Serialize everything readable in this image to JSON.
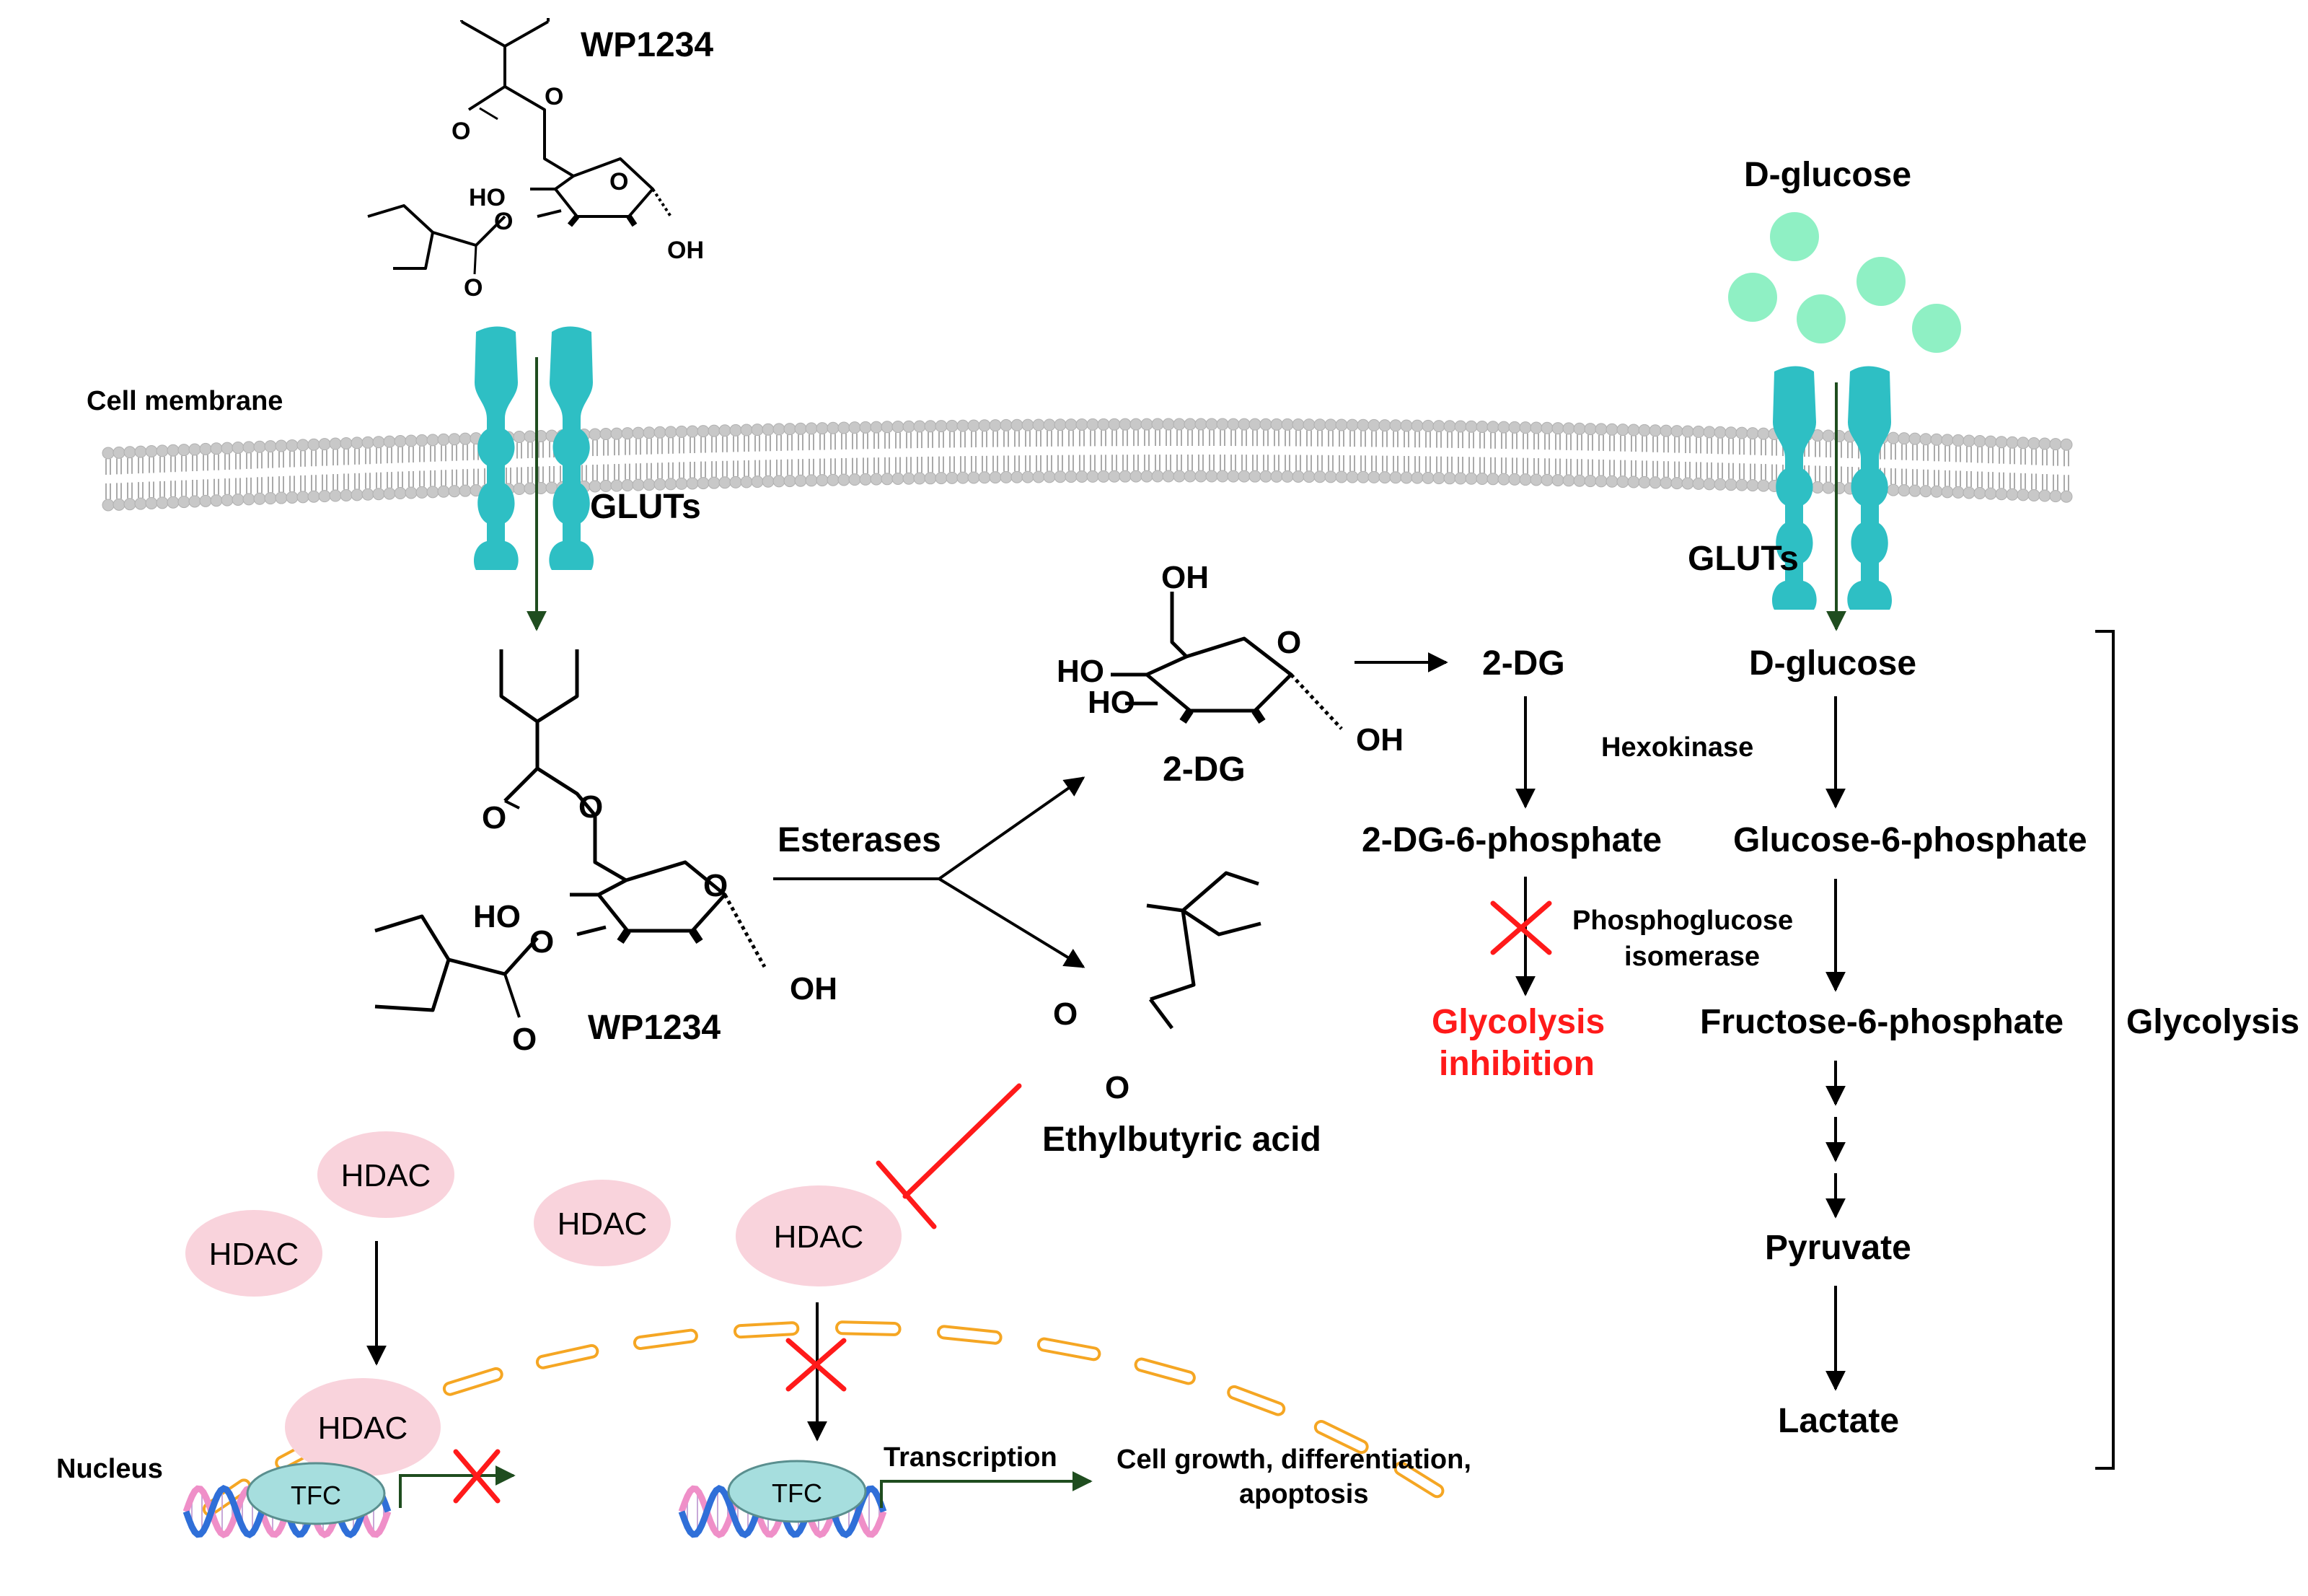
{
  "colors": {
    "glut": "#2ebfc4",
    "glucose_dot": "#8ff0c4",
    "membrane_head": "#c8c8c8",
    "hdac": "#f9d3dc",
    "tfc": "#a6dede",
    "nucleus_envelope": "#f5a623",
    "inhibit_red": "#ff1a1a",
    "dna_blue": "#2f6fd8",
    "dna_pink": "#ef8fc8",
    "arrow_green": "#1f4d1f"
  },
  "labels": {
    "wp1234_top": "WP1234",
    "cell_membrane": "Cell membrane",
    "gluts_left": "GLUTs",
    "gluts_right": "GLUTs",
    "d_glucose_top": "D-glucose",
    "wp1234_mid": "WP1234",
    "esterases": "Esterases",
    "two_dg_struct": "2-DG",
    "two_dg": "2-DG",
    "d_glucose": "D-glucose",
    "hexokinase": "Hexokinase",
    "two_dg_6p": "2-DG-6-phosphate",
    "glucose_6p": "Glucose-6-phosphate",
    "pgi_line1": "Phosphoglucose",
    "pgi_line2": "isomerase",
    "glycolysis_inhibition_1": "Glycolysis",
    "glycolysis_inhibition_2": "inhibition",
    "fructose_6p": "Fructose-6-phosphate",
    "glycolysis": "Glycolysis",
    "ethylbutyric_acid": "Ethylbutyric acid",
    "pyruvate": "Pyruvate",
    "lactate": "Lactate",
    "hdac_1": "HDAC",
    "hdac_2": "HDAC",
    "hdac_3": "HDAC",
    "hdac_4": "HDAC",
    "hdac_5": "HDAC",
    "nucleus": "Nucleus",
    "tfc_left": "TFC",
    "tfc_right": "TFC",
    "transcription": "Transcription",
    "outcome_line1": "Cell growth, differentiation,",
    "outcome_line2": "apoptosis"
  },
  "chem": {
    "o": "O",
    "ho": "HO",
    "oh": "OH"
  },
  "icons": [
    "glut-transporter-icon",
    "glucose-molecule-icon",
    "hdac-enzyme-icon",
    "tfc-icon",
    "dna-helix-icon",
    "inhibition-x-icon",
    "inhibition-tbar-icon"
  ]
}
